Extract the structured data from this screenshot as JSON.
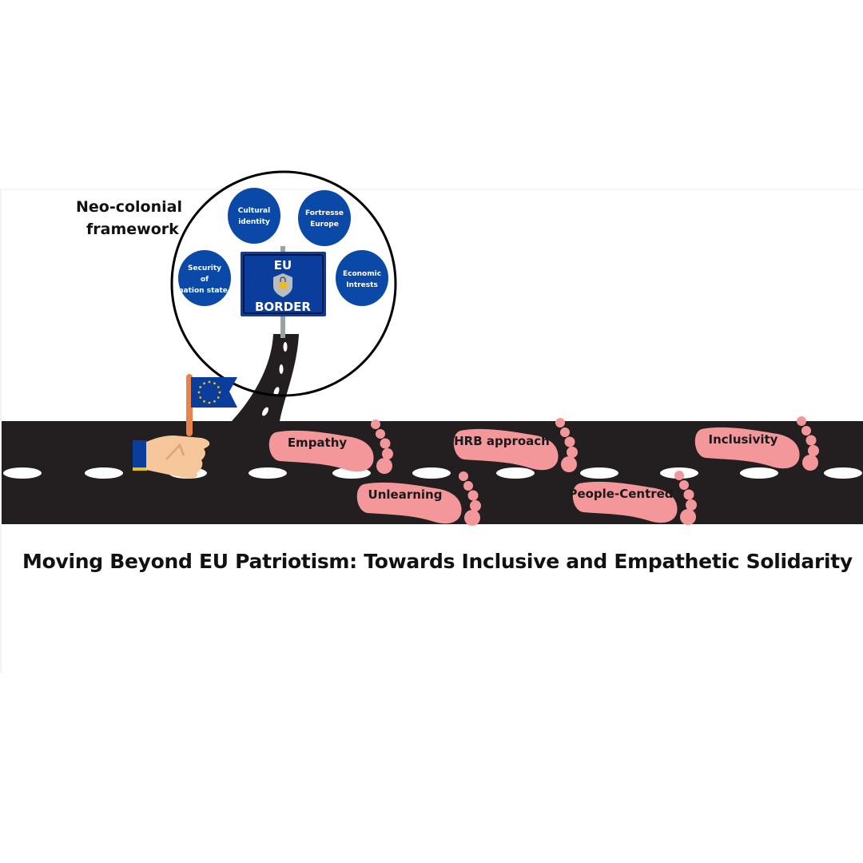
{
  "framework_label": [
    "Neo-colonial",
    "framework"
  ],
  "border_sign": {
    "top": "EU",
    "bottom": "BORDER"
  },
  "bubbles": [
    {
      "lines": [
        "Cultural",
        "identity"
      ]
    },
    {
      "lines": [
        "Fortresse",
        "Europe"
      ]
    },
    {
      "lines": [
        "Security",
        "of",
        "nation state"
      ]
    },
    {
      "lines": [
        "Economic",
        "Intrests"
      ]
    }
  ],
  "footprints": [
    {
      "label": "Empathy"
    },
    {
      "label": "Unlearning"
    },
    {
      "label": "HRB approach"
    },
    {
      "label": "People-Centred"
    },
    {
      "label": "Inclusivity"
    }
  ],
  "title": "Moving Beyond EU Patriotism: Towards Inclusive and Empathetic Solidarity",
  "colors": {
    "road": "#231f20",
    "eu_blue": "#0a3d9c",
    "footprint": "#f4979b",
    "skin": "#f6c79a",
    "flag_pole": "#e8834d"
  }
}
